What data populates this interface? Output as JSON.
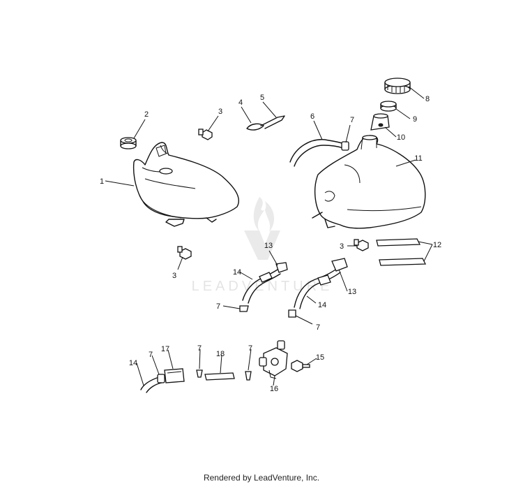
{
  "callouts": [
    {
      "id": "c1a",
      "text": "1"
    },
    {
      "id": "c2",
      "text": "2"
    },
    {
      "id": "c3a",
      "text": "3"
    },
    {
      "id": "c4",
      "text": "4"
    },
    {
      "id": "c5",
      "text": "5"
    },
    {
      "id": "c6",
      "text": "6"
    },
    {
      "id": "c7a",
      "text": "7"
    },
    {
      "id": "c8",
      "text": "8"
    },
    {
      "id": "c9",
      "text": "9"
    },
    {
      "id": "c10",
      "text": "10"
    },
    {
      "id": "c11",
      "text": "11"
    },
    {
      "id": "c3b",
      "text": "3"
    },
    {
      "id": "c12",
      "text": "12"
    },
    {
      "id": "c13a",
      "text": "13"
    },
    {
      "id": "c3c",
      "text": "3"
    },
    {
      "id": "c14a",
      "text": "14"
    },
    {
      "id": "c13b",
      "text": "13"
    },
    {
      "id": "c7b",
      "text": "7"
    },
    {
      "id": "c14b",
      "text": "14"
    },
    {
      "id": "c7c",
      "text": "7"
    },
    {
      "id": "c7d",
      "text": "7"
    },
    {
      "id": "c17",
      "text": "17"
    },
    {
      "id": "c7e",
      "text": "7"
    },
    {
      "id": "c18",
      "text": "18"
    },
    {
      "id": "c7f",
      "text": "7"
    },
    {
      "id": "c15",
      "text": "15"
    },
    {
      "id": "c14c",
      "text": "14"
    },
    {
      "id": "c16",
      "text": "16"
    }
  ],
  "watermark": {
    "text": "LEADVENTURE"
  },
  "footer": {
    "text": "Rendered by LeadVenture, Inc."
  }
}
